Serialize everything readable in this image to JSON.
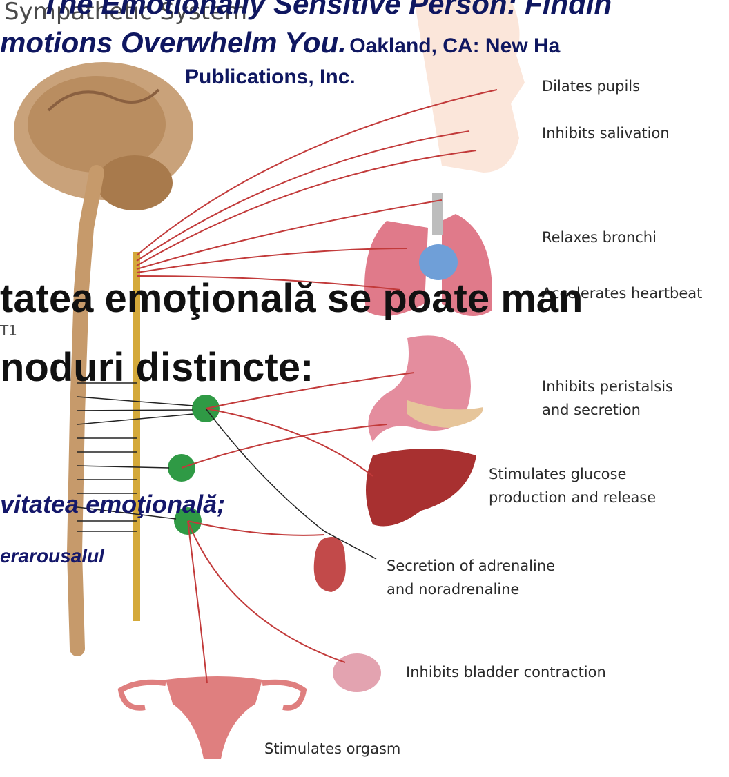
{
  "diagram": {
    "title": "Sympathetic System",
    "segment_label": "T1",
    "effects": [
      "Dilates pupils",
      "Inhibits salivation",
      "Relaxes bronchi",
      "Accelerates heartbeat",
      "Inhibits peristalsis\nand secretion",
      "Stimulates glucose\nproduction and release",
      "Secretion of adrenaline\nand noradrenaline",
      "Inhibits bladder contraction",
      "Stimulates orgasm"
    ]
  },
  "overlay": {
    "citation_line1": "The Emotionally Sensitive Person: Findin",
    "citation_line2_italic": "motions Overwhelm You.",
    "citation_line2_rest": "Oakland, CA: New Ha",
    "citation_line3": "Publications, Inc.",
    "heading_line1": "tatea emoţională se poate man",
    "heading_line2": "noduri distincte:",
    "bullet1": "vitatea emoţională;",
    "bullet2": "erarousalul"
  },
  "colors": {
    "nerve": "#c23a3a",
    "ganglion": "#2f9a45",
    "spine": "#d4a93a",
    "brain": "#c69a6b",
    "text_navy": "#0f1760"
  }
}
